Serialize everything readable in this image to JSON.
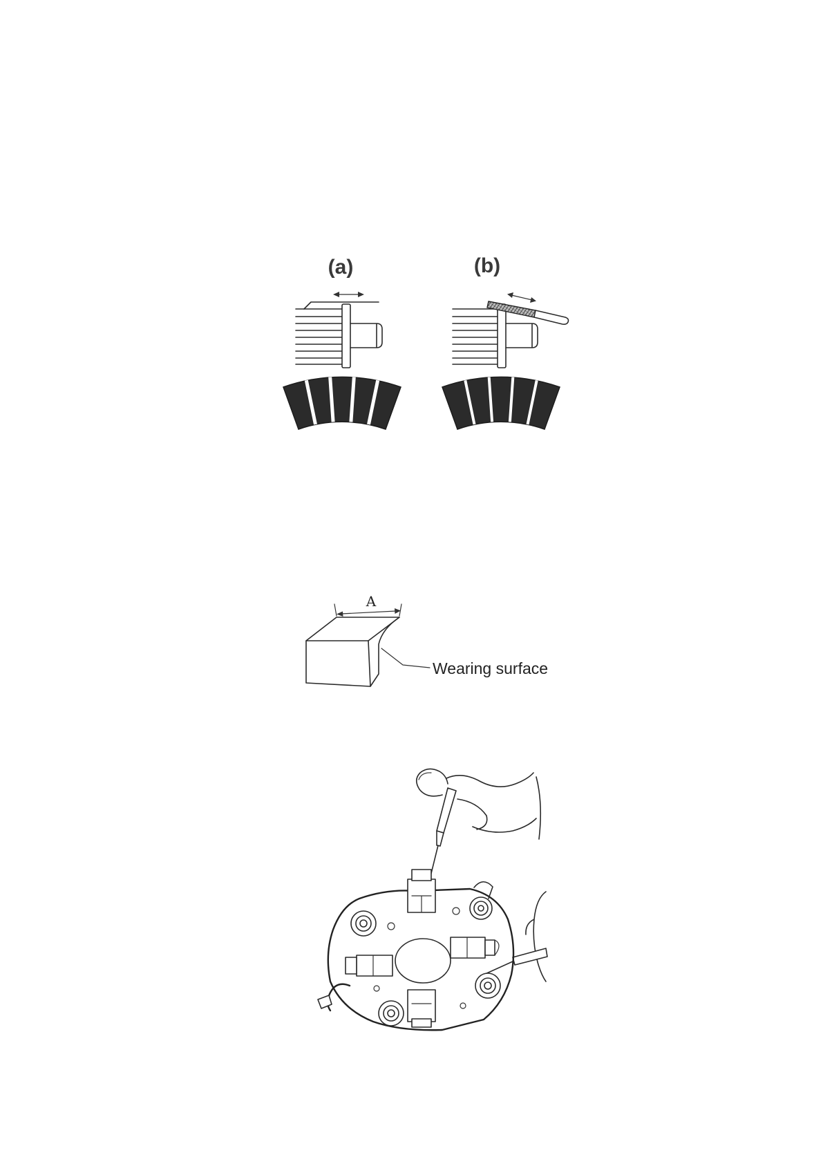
{
  "page": {
    "background": "#ffffff",
    "ink": "#222222"
  },
  "figure_commutator": {
    "label_a": "(a)",
    "label_b": "(b)"
  },
  "figure_brush": {
    "dimension_label": "A",
    "surface_label": "Wearing surface"
  }
}
